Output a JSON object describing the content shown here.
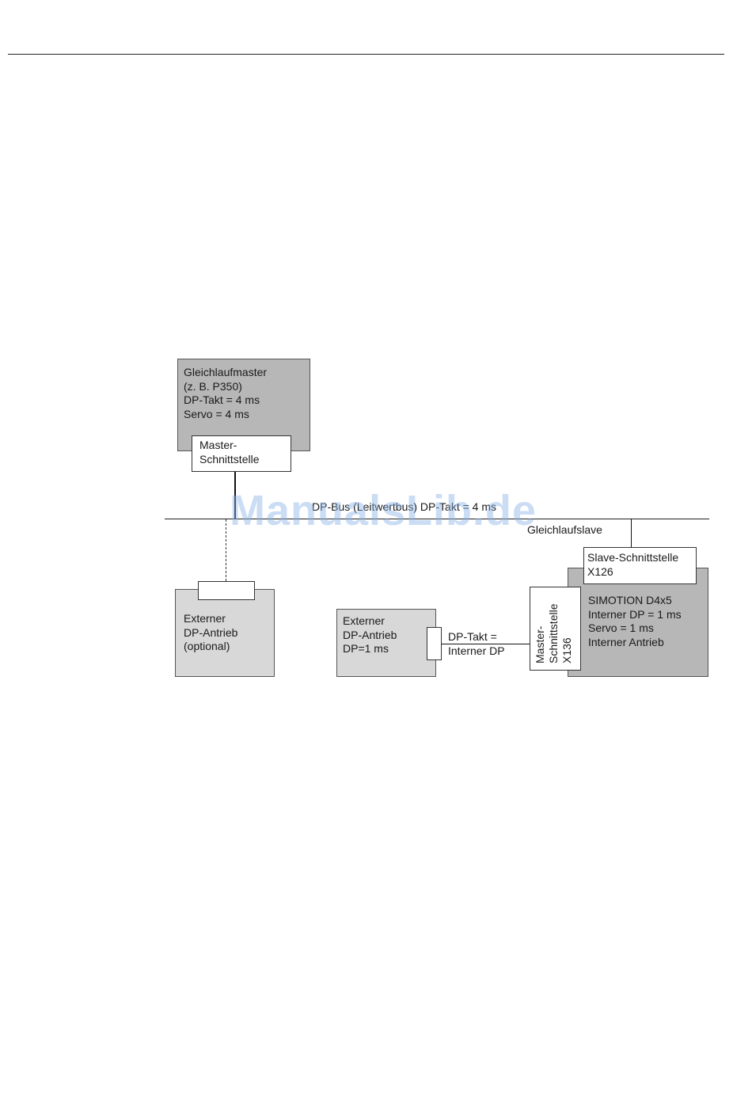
{
  "watermark": "ManualsLib.de",
  "master": {
    "lines": [
      "Gleichlaufmaster",
      "(z. B. P350)",
      "DP-Takt = 4 ms",
      "Servo = 4 ms"
    ],
    "interface": [
      "Master-",
      "Schnittstelle"
    ]
  },
  "bus": {
    "label": "DP-Bus (Leitwertbus) DP-Takt = 4 ms",
    "slave_label": "Gleichlaufslave"
  },
  "ext_optional": {
    "lines": [
      "Externer",
      "DP-Antrieb",
      "(optional)"
    ]
  },
  "ext_drive": {
    "lines": [
      "Externer",
      "DP-Antrieb",
      "DP=1 ms"
    ],
    "link_label": [
      "DP-Takt =",
      "Interner DP"
    ]
  },
  "slave_interface": {
    "lines": [
      "Slave-Schnittstelle",
      "X126"
    ]
  },
  "simotion": {
    "lines": [
      "SIMOTION D4x5",
      "Interner DP = 1 ms",
      "Servo = 1 ms",
      "Interner Antrieb"
    ],
    "master_interface": [
      "Master-",
      "Schnittstelle",
      "X136"
    ]
  }
}
